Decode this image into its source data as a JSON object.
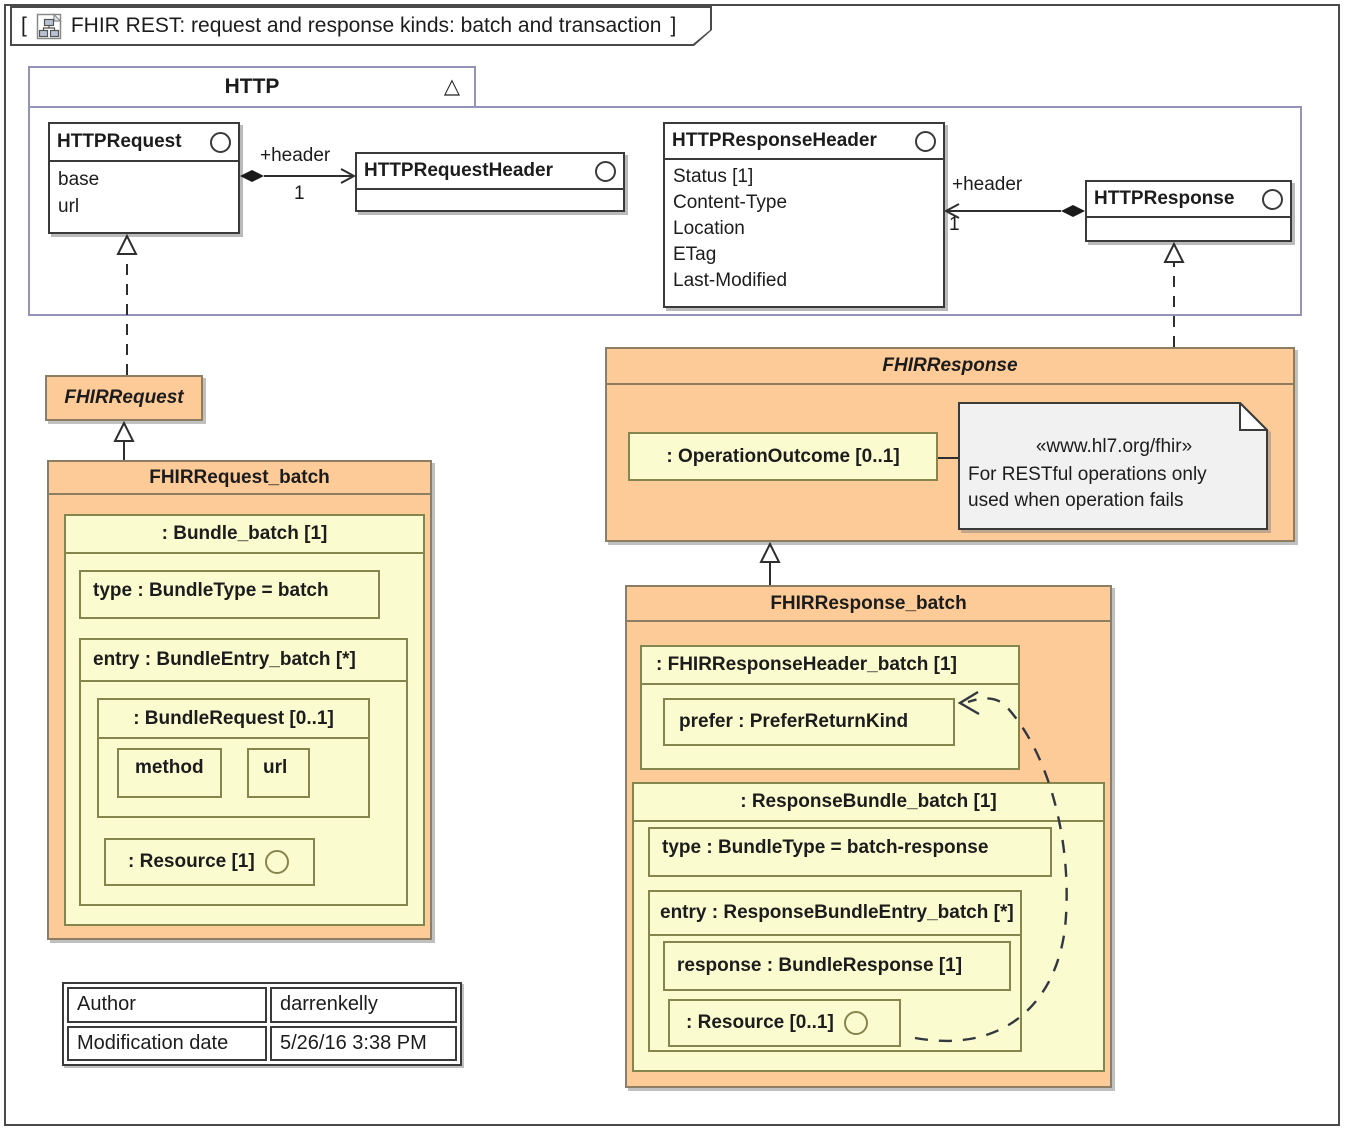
{
  "diagram": {
    "tab": {
      "bracket_left": "[",
      "bracket_right": "]",
      "title": "FHIR REST: request and response kinds: batch and transaction"
    }
  },
  "colors": {
    "orange": "#FDCB97",
    "yellow": "#FBFBD0",
    "note_gray": "#F1F1F1",
    "package_border": "#9494B8"
  },
  "icons": {
    "package_triangle": "△"
  },
  "http_package": {
    "name": "HTTP",
    "classes": {
      "http_request": {
        "name": "HTTPRequest",
        "attributes": [
          "base",
          "url"
        ]
      },
      "http_request_header": {
        "name": "HTTPRequestHeader"
      },
      "http_response_header": {
        "name": "HTTPResponseHeader",
        "attributes": [
          "Status [1]",
          "Content-Type",
          "Location",
          "ETag",
          "Last-Modified"
        ]
      },
      "http_response": {
        "name": "HTTPResponse"
      }
    },
    "associations": {
      "request_header": {
        "label": "+header",
        "multiplicity": "1"
      },
      "response_header": {
        "label": "+header",
        "multiplicity": "1"
      }
    }
  },
  "fhir_request": {
    "name": "FHIRRequest"
  },
  "fhir_request_batch": {
    "name": "FHIRRequest_batch",
    "bundle": {
      "label": ": Bundle_batch [1]",
      "type": "type : BundleType = batch",
      "entry": {
        "label": "entry : BundleEntry_batch [*]",
        "bundle_request": {
          "label": ": BundleRequest [0..1]",
          "method": "method",
          "url": "url"
        },
        "resource": ": Resource [1]"
      }
    }
  },
  "fhir_response": {
    "name": "FHIRResponse",
    "operation_outcome": ": OperationOutcome [0..1]",
    "note": {
      "stereotype": "«www.hl7.org/fhir»",
      "line1": "For RESTful operations only",
      "line2": "used when operation fails"
    }
  },
  "fhir_response_batch": {
    "name": "FHIRResponse_batch",
    "response_header": {
      "label": ": FHIRResponseHeader_batch [1]",
      "prefer": "prefer : PreferReturnKind"
    },
    "bundle": {
      "label": ": ResponseBundle_batch [1]",
      "type": "type : BundleType = batch-response",
      "entry": {
        "label": "entry : ResponseBundleEntry_batch [*]",
        "response": "response : BundleResponse [1]",
        "resource": ": Resource [0..1]"
      }
    }
  },
  "info_table": {
    "rows": [
      {
        "label": "Author",
        "value": "darrenkelly"
      },
      {
        "label": "Modification date",
        "value": "5/26/16 3:38 PM"
      }
    ]
  }
}
